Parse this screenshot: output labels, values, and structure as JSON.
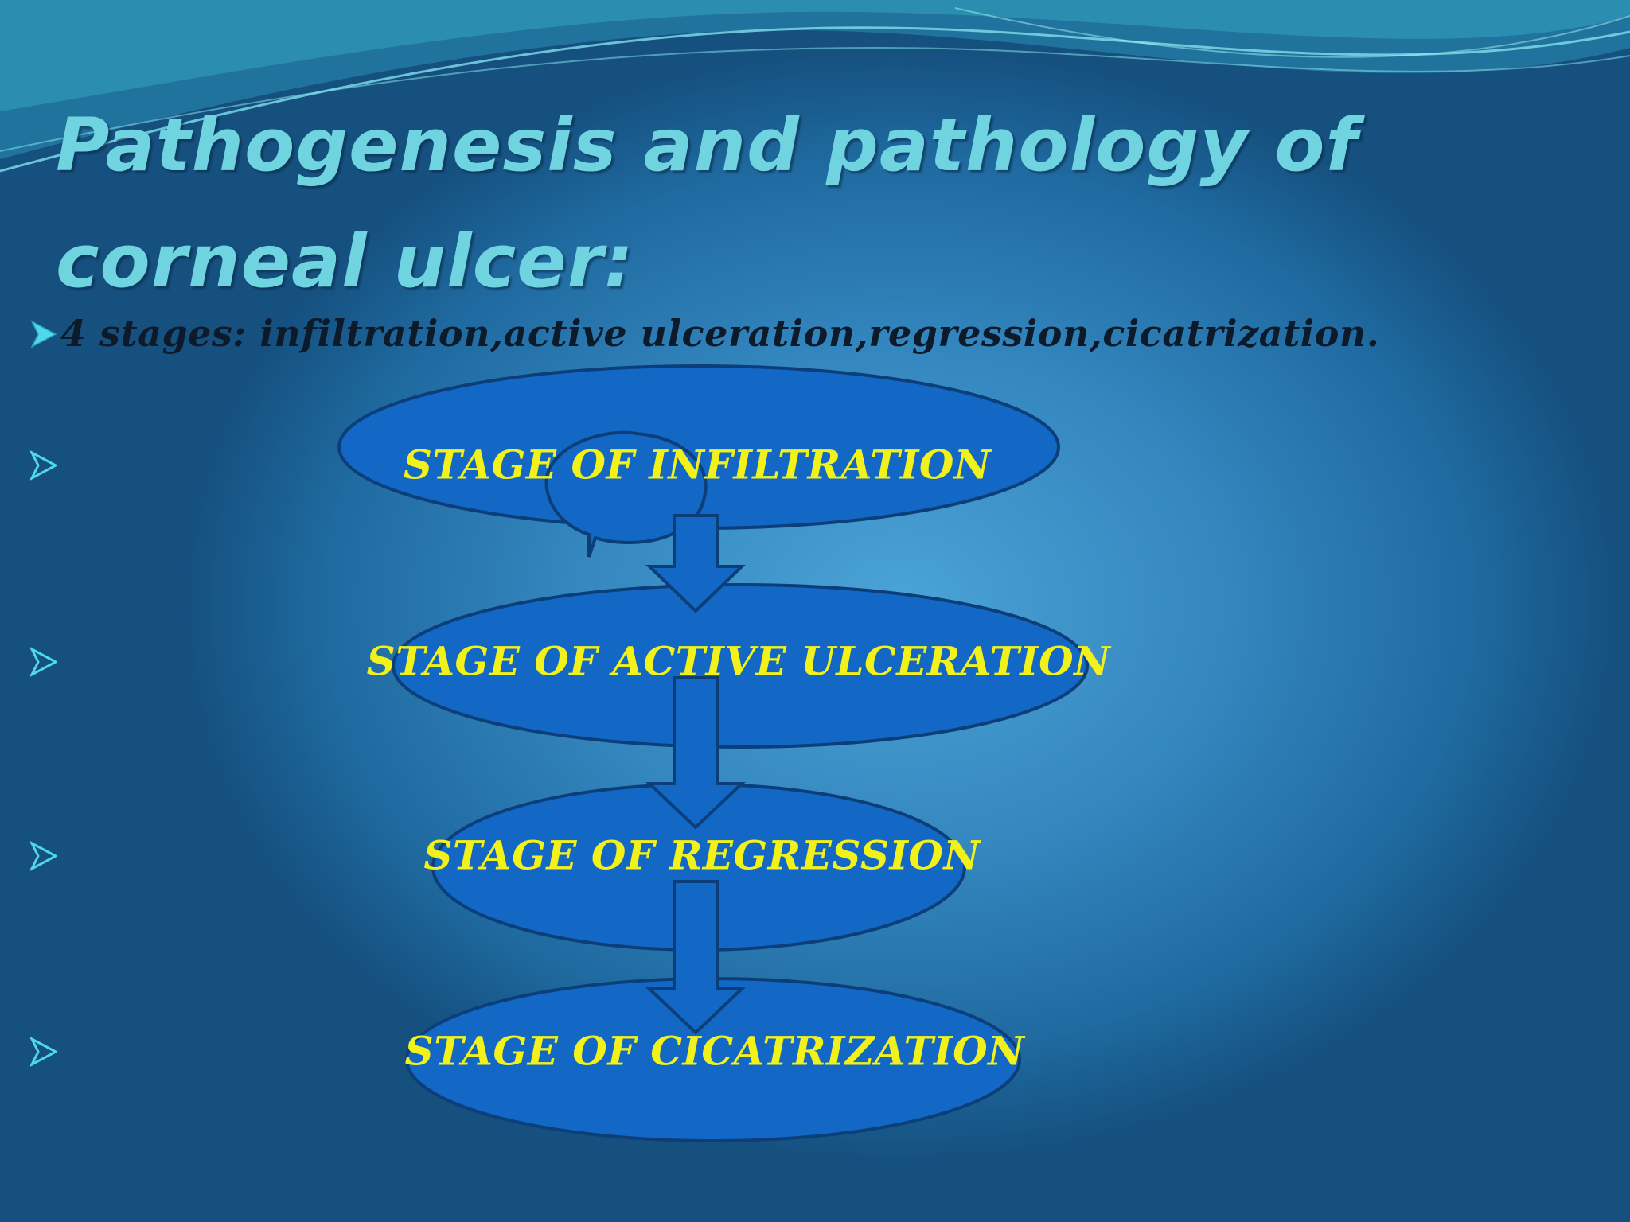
{
  "slide": {
    "title": "Pathogenesis and pathology of corneal ulcer:",
    "intro_bullet": "4 stages: infiltration,active ulceration,regression,cicatrization."
  },
  "stages": [
    {
      "label": "STAGE OF INFILTRATION"
    },
    {
      "label": "STAGE OF ACTIVE ULCERATION"
    },
    {
      "label": "STAGE OF REGRESSION"
    },
    {
      "label": "STAGE OF CICATRIZATION"
    }
  ],
  "colors": {
    "ellipse_fill": "#1268c4",
    "ellipse_stroke": "#0c3f7a",
    "label_text": "#f2f21a",
    "bullet_arrow": "#4ed9e8",
    "title_text": "#6fd3e0"
  },
  "icons": {
    "bullet": "arrowhead-bullet-icon",
    "flow": "down-arrow-icon",
    "callout": "speech-bubble-icon"
  }
}
